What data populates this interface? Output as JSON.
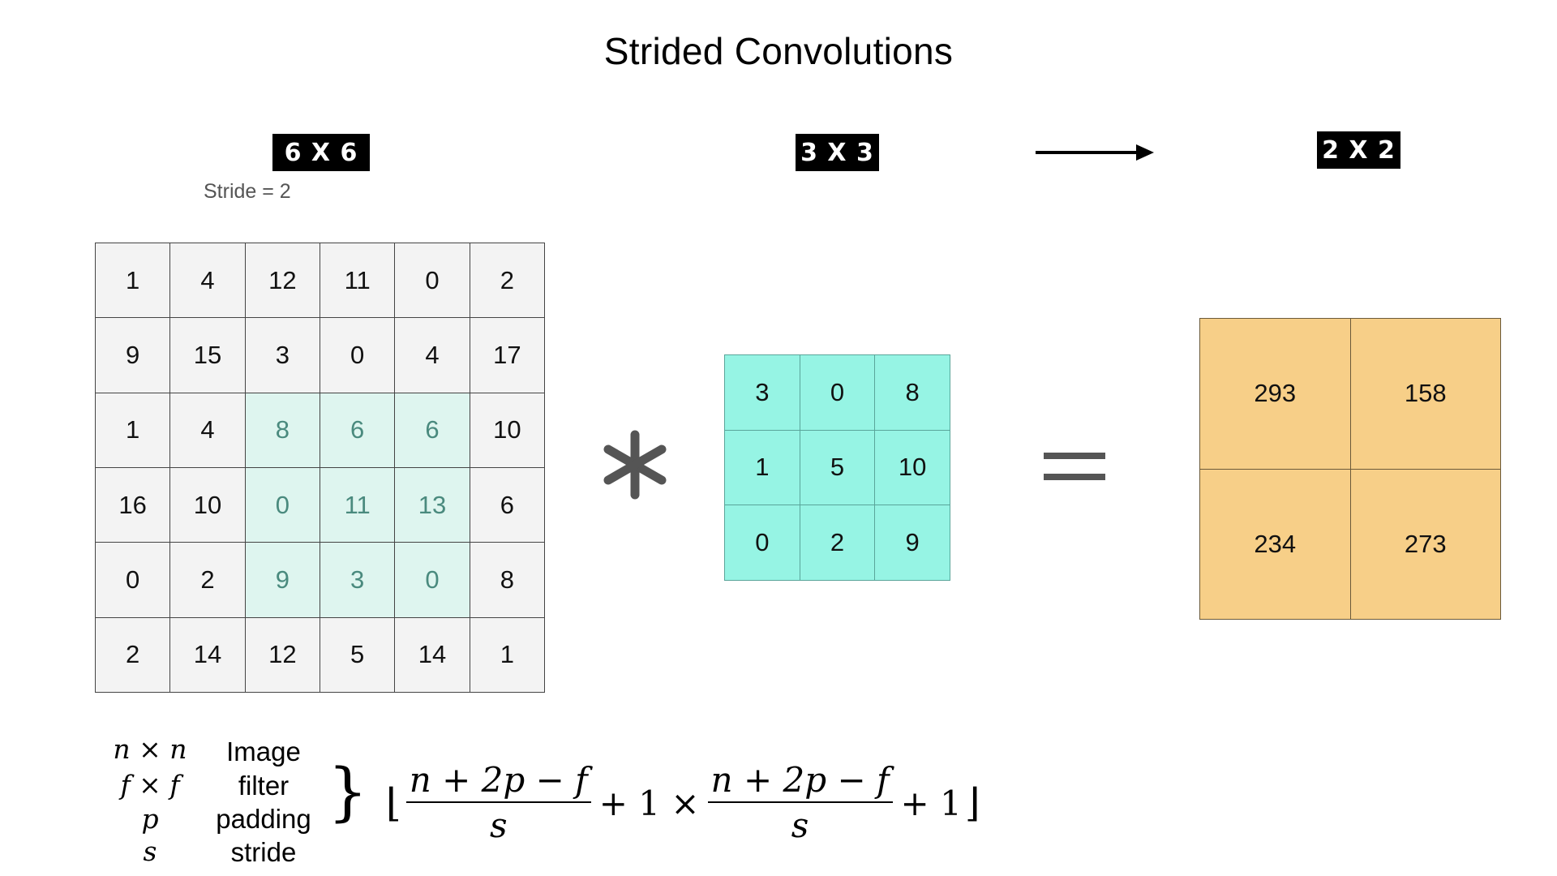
{
  "title": "Strided Convolutions",
  "input": {
    "badge": "6 X 6",
    "stride_label": "Stride = 2",
    "rows": [
      [
        "1",
        "4",
        "12",
        "11",
        "0",
        "2"
      ],
      [
        "9",
        "15",
        "3",
        "0",
        "4",
        "17"
      ],
      [
        "1",
        "4",
        "8",
        "6",
        "6",
        "10"
      ],
      [
        "16",
        "10",
        "0",
        "11",
        "13",
        "6"
      ],
      [
        "0",
        "2",
        "9",
        "3",
        "0",
        "8"
      ],
      [
        "2",
        "14",
        "12",
        "5",
        "14",
        "1"
      ]
    ],
    "highlight": {
      "row_start": 2,
      "row_end": 4,
      "col_start": 2,
      "col_end": 4,
      "color": "#def5ef"
    }
  },
  "filter": {
    "badge": "3 X 3",
    "rows": [
      [
        "3",
        "0",
        "8"
      ],
      [
        "1",
        "5",
        "10"
      ],
      [
        "0",
        "2",
        "9"
      ]
    ],
    "color": "#96f4e4"
  },
  "output": {
    "badge": "2 X 2",
    "rows": [
      [
        "293",
        "158"
      ],
      [
        "234",
        "273"
      ]
    ],
    "color": "#f7cf88"
  },
  "operators": {
    "convolve_icon": "asterisk-icon",
    "equals_icon": "equals-icon",
    "arrow_icon": "arrow-right-icon"
  },
  "legend": {
    "vars": [
      "n × n",
      "f × f",
      "p",
      "s"
    ],
    "words": [
      "Image",
      "filter",
      "padding",
      "stride"
    ],
    "brace": "}"
  },
  "formula": {
    "floor_left": "⌊",
    "numerator_1": "n + 2p − f",
    "denominator_1": "s",
    "middle": "+ 1 ×",
    "numerator_2": "n + 2p − f",
    "denominator_2": "s",
    "tail": "+ 1",
    "floor_right": "⌋"
  }
}
